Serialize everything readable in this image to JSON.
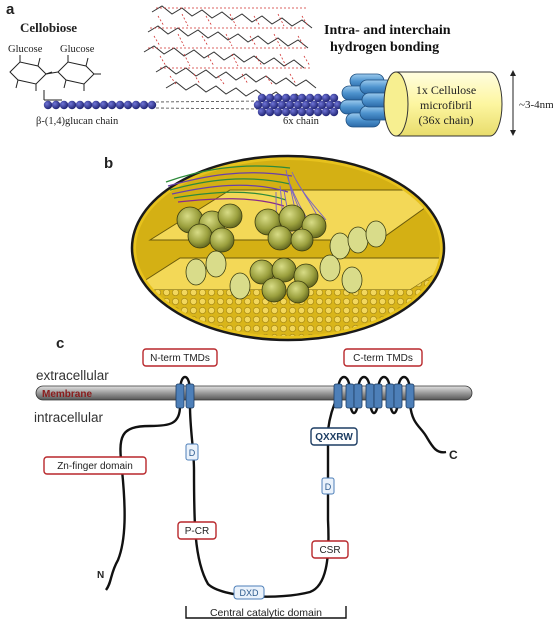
{
  "panels": {
    "a": {
      "letter": "a",
      "cellobiose": "Cellobiose",
      "glucose_left": "Glucose",
      "glucose_right": "Glucose",
      "glucan_chain": "β-(1,4)glucan chain",
      "hbond_title_line1": "Intra- and interchain",
      "hbond_title_line2": "hydrogen bonding",
      "six_chain": "6x chain",
      "microfibril_line1": "1x Cellulose",
      "microfibril_line2": "microfibril",
      "microfibril_line3": "(36x chain)",
      "diameter": "~3-4nm"
    },
    "b": {
      "letter": "b"
    },
    "c": {
      "letter": "c",
      "extracellular": "extracellular",
      "membrane": "Membrane",
      "intracellular": "intracellular",
      "n_term_tmds": "N-term TMDs",
      "c_term_tmds": "C-term TMDs",
      "zn_finger": "Zn-finger domain",
      "qxxrw": "QXXRW",
      "d_upper": "D",
      "d_right": "D",
      "p_cr": "P-CR",
      "csr": "CSR",
      "dxd": "DXD",
      "n_terminus": "N",
      "c_terminus": "C",
      "central_catalytic": "Central catalytic domain"
    }
  },
  "colors": {
    "chain_blue": "#2b2f8f",
    "fibril_blue": "#5fa3d6",
    "microfibril_yellow": "#fdf7a8",
    "plate_gold": "#d8b712",
    "csc_green": "#9aa040",
    "label_red": "#b8272b",
    "tmd_blue": "#4d7fb8",
    "membrane_grey": "#9a9a9a"
  }
}
